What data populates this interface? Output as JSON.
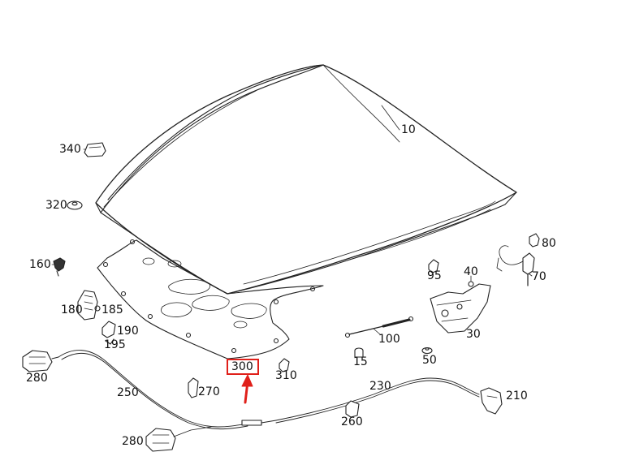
{
  "colors": {
    "line": "#222222",
    "highlight": "#e0201a",
    "part_fill": "#ffffff"
  },
  "labels": {
    "p10": "10",
    "p15": "15",
    "p30": "30",
    "p40": "40",
    "p50": "50",
    "p70": "70",
    "p80": "80",
    "p95": "95",
    "p100": "100",
    "p160": "160",
    "p180": "180",
    "p185": "185",
    "p190": "190",
    "p195": "195",
    "p210": "210",
    "p230": "230",
    "p250": "250",
    "p260": "260",
    "p270": "270",
    "p280a": "280",
    "p280b": "280",
    "p300": "300",
    "p310": "310",
    "p320": "320",
    "p340": "340"
  },
  "highlight": {
    "part": "300",
    "indicator": "arrow-up"
  }
}
